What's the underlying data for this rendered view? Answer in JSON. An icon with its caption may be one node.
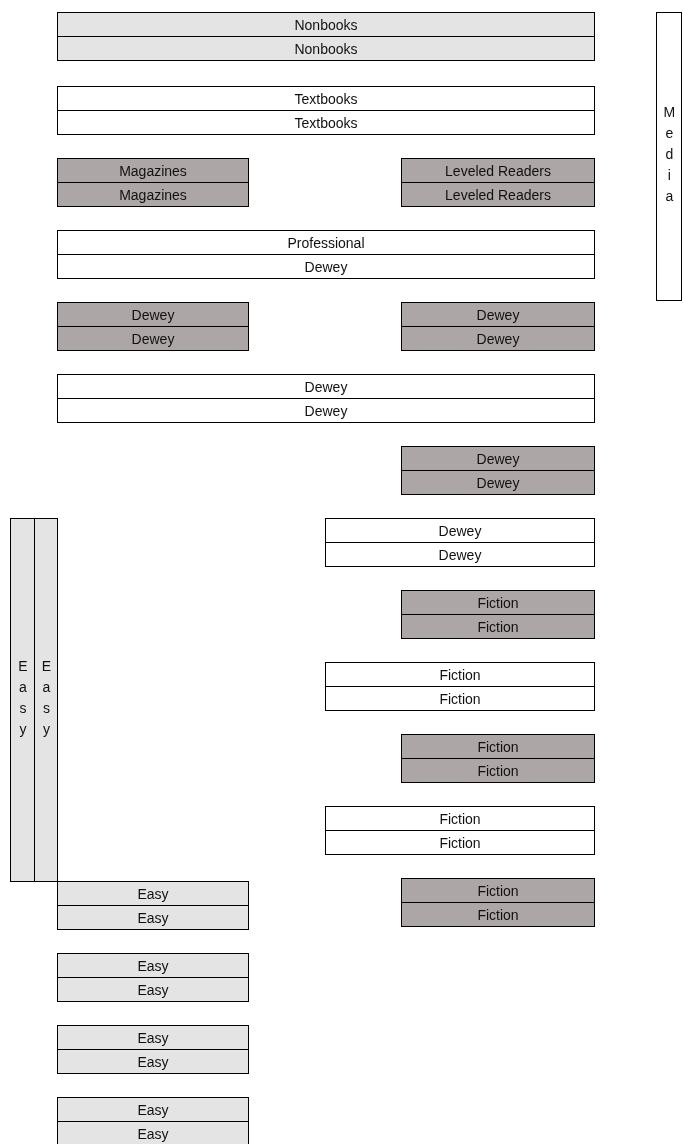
{
  "diagram": {
    "nodes": [
      {
        "text": [
          "Nonbooks"
        ]
      },
      {
        "text": [
          "Nonbooks"
        ]
      },
      {
        "text": [
          "Media"
        ]
      },
      {
        "text": [
          "Textbooks"
        ]
      },
      {
        "text": [
          "Textbooks"
        ]
      },
      {
        "text": [
          "Magazines"
        ]
      },
      {
        "text": [
          "Magazines"
        ]
      },
      {
        "text": [
          "Leveled Readers"
        ]
      },
      {
        "text": [
          "Leveled Readers"
        ]
      },
      {
        "text": [
          "Professional"
        ]
      },
      {
        "text": [
          "Dewey"
        ]
      },
      {
        "text": [
          "Dewey"
        ]
      },
      {
        "text": [
          "Dewey"
        ]
      },
      {
        "text": [
          "Dewey"
        ]
      },
      {
        "text": [
          "Dewey"
        ]
      },
      {
        "text": [
          "Dewey"
        ]
      },
      {
        "text": [
          "Dewey"
        ]
      },
      {
        "text": [
          "Dewey"
        ]
      },
      {
        "text": [
          "Dewey"
        ]
      },
      {
        "text": [
          "Easy"
        ]
      },
      {
        "text": [
          "Easy"
        ]
      },
      {
        "text": [
          "Dewey"
        ]
      },
      {
        "text": [
          "Dewey"
        ]
      },
      {
        "text": [
          "Fiction"
        ]
      },
      {
        "text": [
          "Fiction"
        ]
      },
      {
        "text": [
          "Fiction"
        ]
      },
      {
        "text": [
          "Fiction"
        ]
      },
      {
        "text": [
          "Fiction"
        ]
      },
      {
        "text": [
          "Fiction"
        ]
      },
      {
        "text": [
          "Fiction"
        ]
      },
      {
        "text": [
          "Fiction"
        ]
      },
      {
        "text": [
          "Easy"
        ]
      },
      {
        "text": [
          "Easy"
        ]
      },
      {
        "text": [
          "Fiction"
        ]
      },
      {
        "text": [
          "Fiction"
        ]
      },
      {
        "text": [
          "Easy"
        ]
      },
      {
        "text": [
          "Easy"
        ]
      },
      {
        "text": [
          "Easy"
        ]
      },
      {
        "text": [
          "Easy"
        ]
      },
      {
        "text": [
          "Easy"
        ]
      },
      {
        "text": [
          "Easy"
        ]
      }
    ]
  }
}
